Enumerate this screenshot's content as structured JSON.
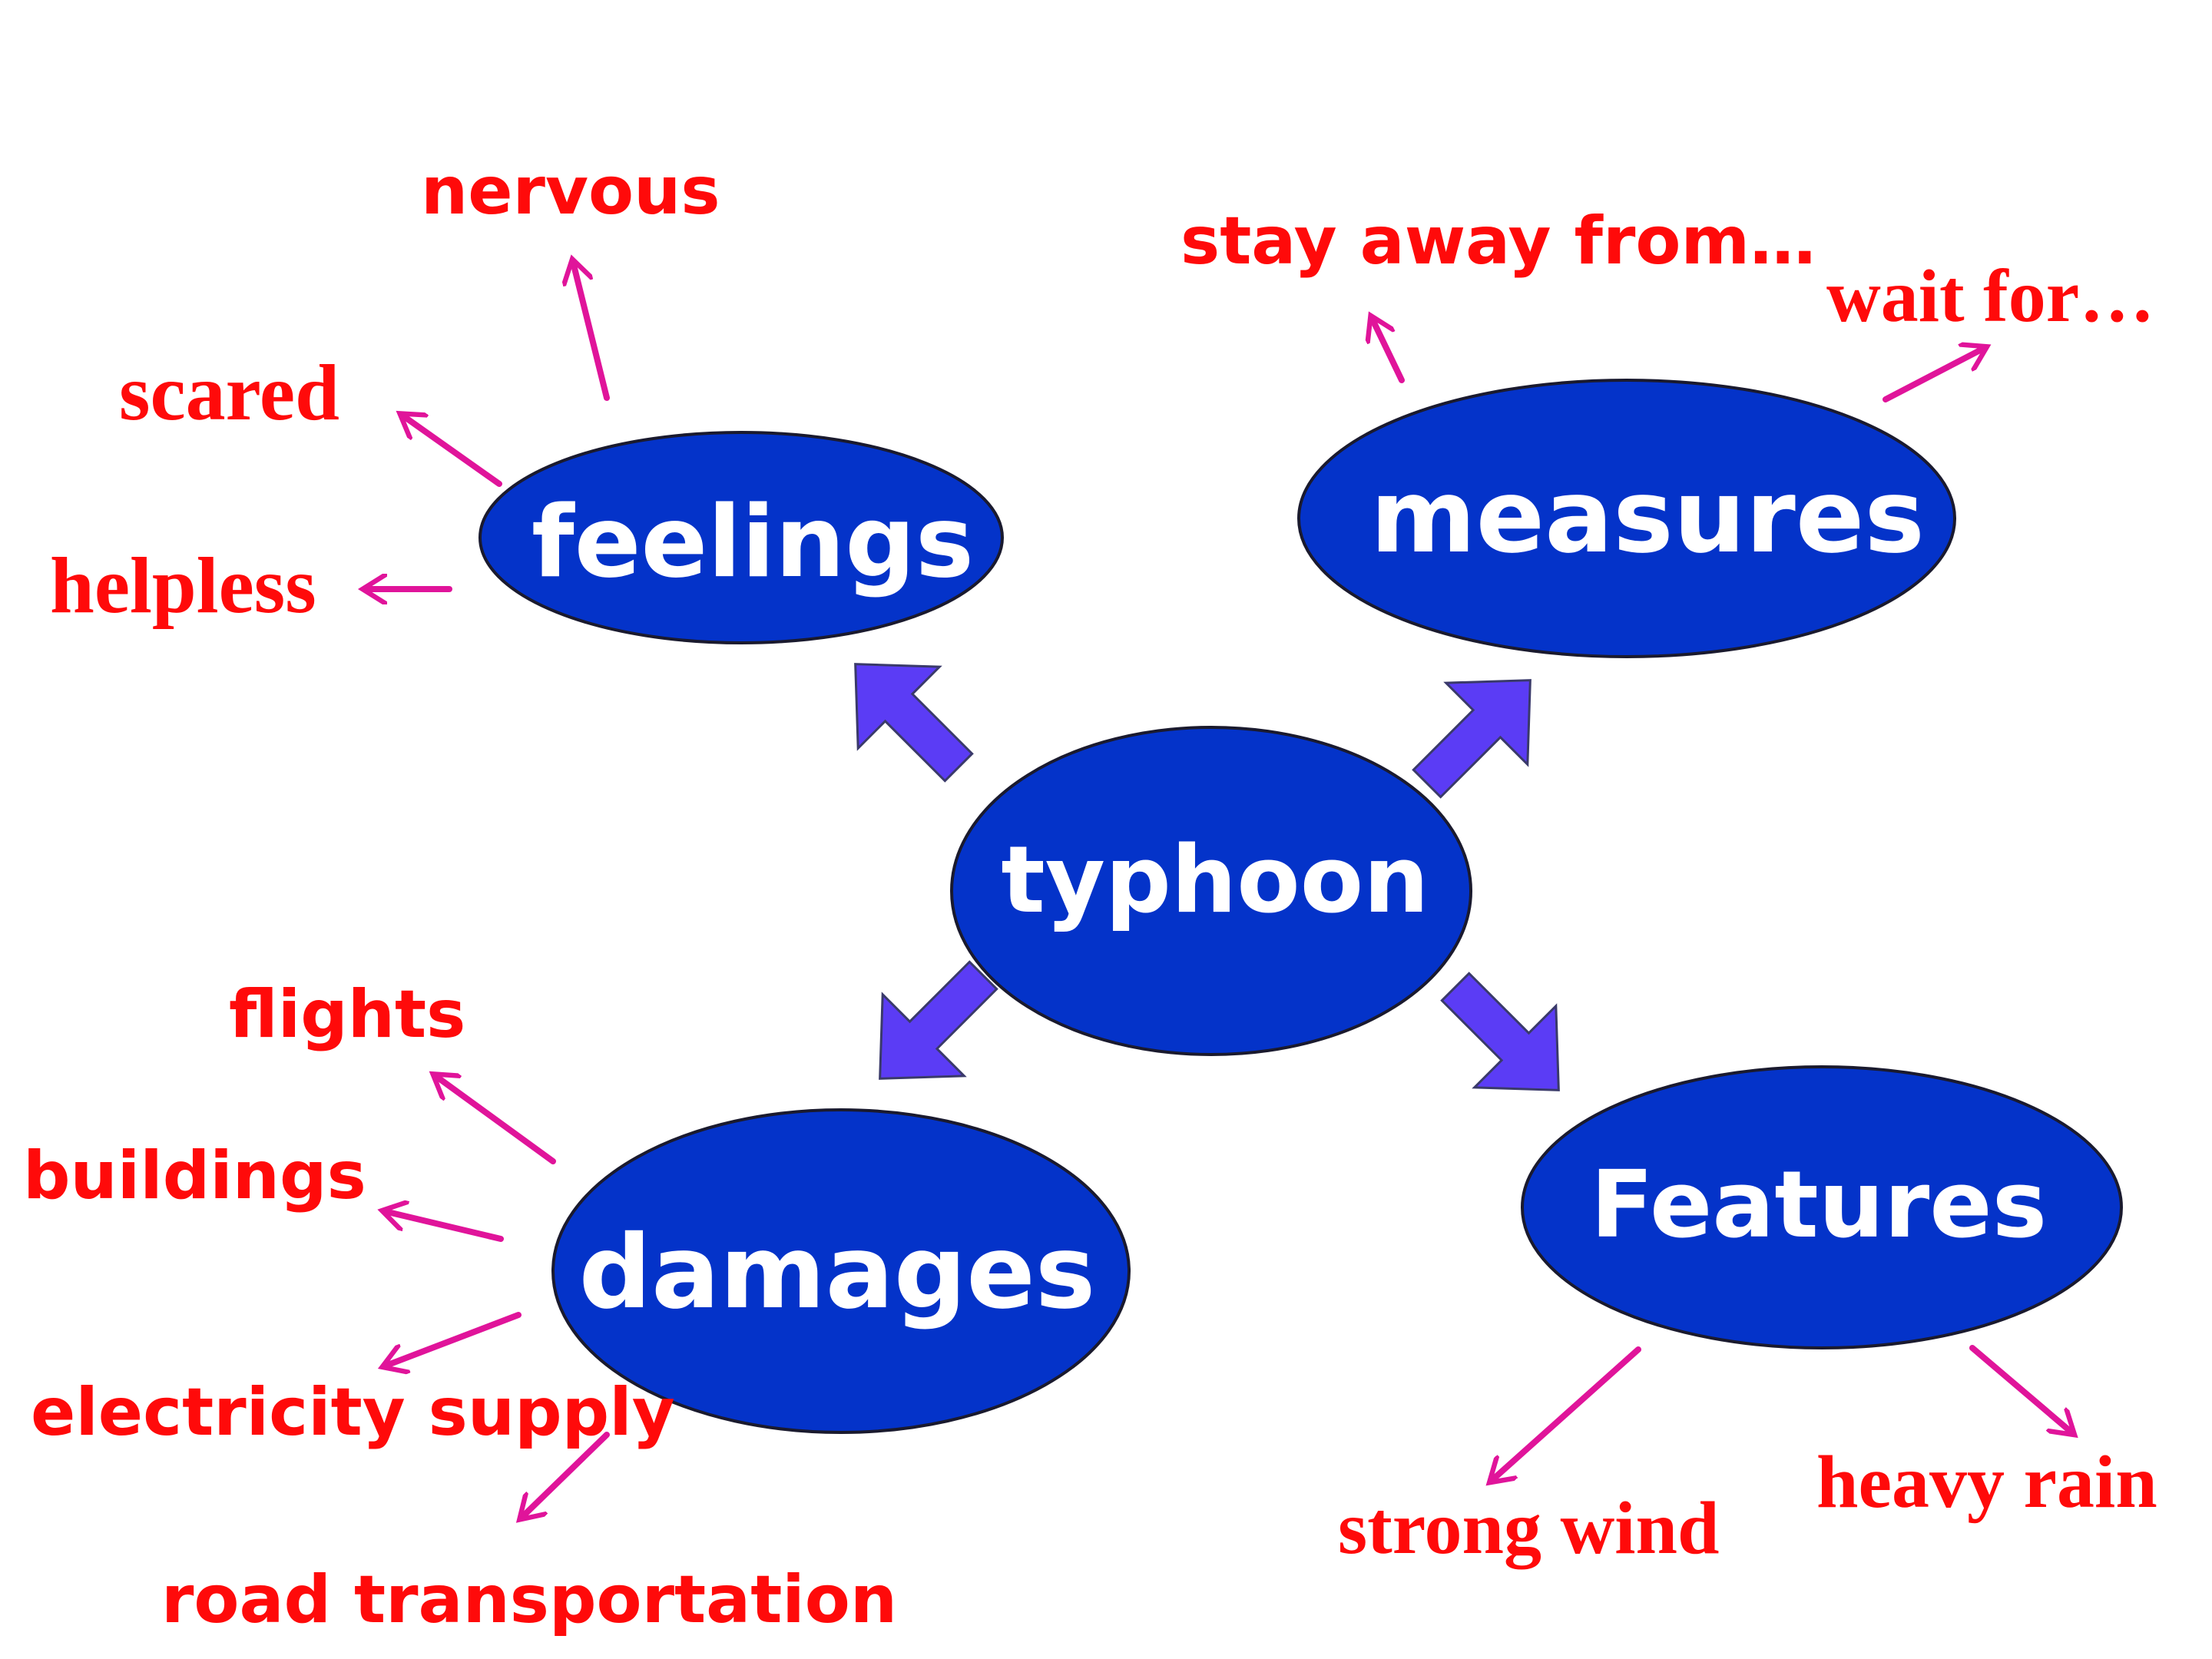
{
  "center": {
    "label": "typhoon"
  },
  "branches": {
    "feelings": {
      "label": "feelings",
      "items": [
        "nervous",
        "scared",
        "helpless"
      ]
    },
    "measures": {
      "label": "measures",
      "items": [
        "stay away from…",
        "wait for…"
      ]
    },
    "damages": {
      "label": "damages",
      "items": [
        "flights",
        "buildings",
        "electricity supply",
        "road transportation"
      ]
    },
    "features": {
      "label": "Features",
      "items": [
        "strong wind",
        "heavy rain"
      ]
    }
  },
  "colors": {
    "node_fill": "#0433c9",
    "node_text": "#ffffff",
    "leaf_text": "#ff0a0a",
    "big_arrow": "#5b3cf5",
    "small_arrow": "#e0149a"
  }
}
